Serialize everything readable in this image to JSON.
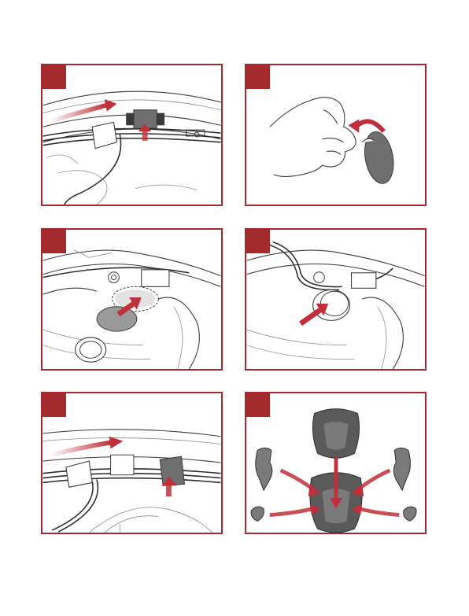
{
  "steps": [
    {
      "number": ""
    },
    {
      "number": ""
    },
    {
      "number": ""
    },
    {
      "number": ""
    },
    {
      "number": ""
    },
    {
      "number": ""
    }
  ],
  "colors": {
    "accent": "#a32b2e",
    "arrow": "#c0303a",
    "pad_gray": "#6f6f6f",
    "line": "#3a3a3a"
  },
  "icons": [
    "helmet-shell-illustration",
    "hand-peeling-adhesive-illustration",
    "speaker-pocket-illustration",
    "speaker-insert-illustration",
    "cable-clip-illustration",
    "helmet-liner-illustration",
    "red-arrow-icon"
  ]
}
